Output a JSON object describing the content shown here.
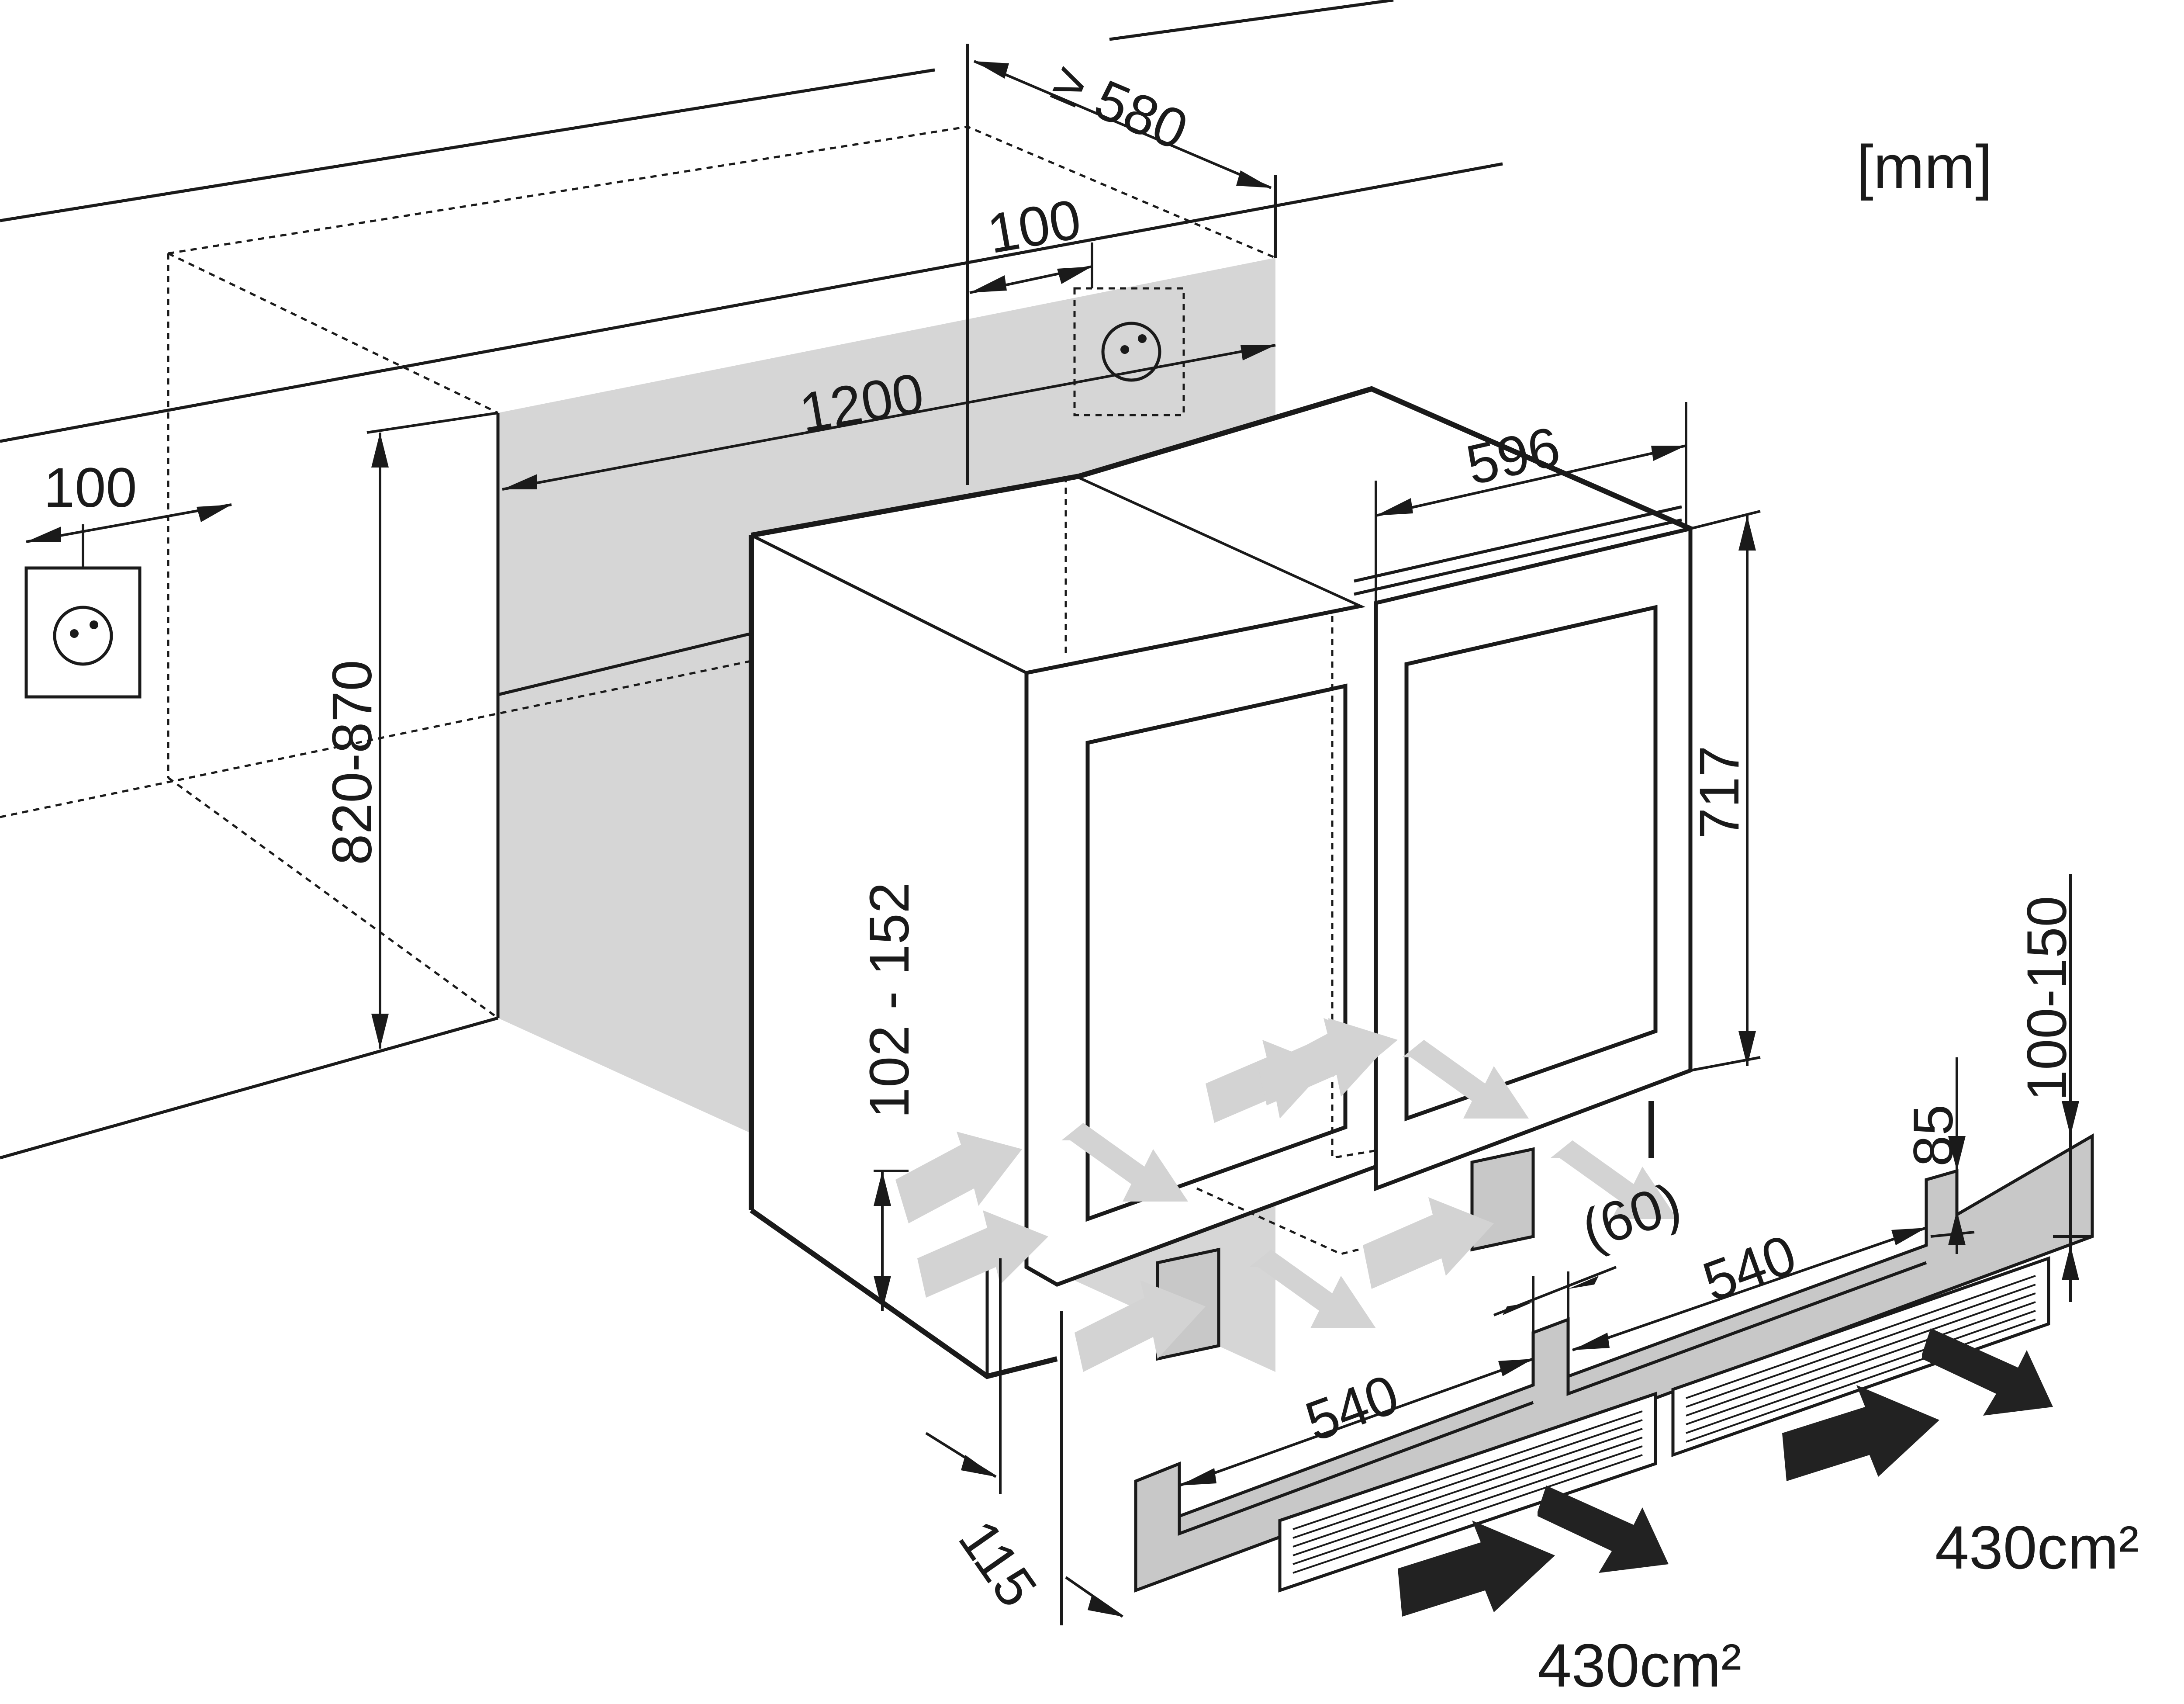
{
  "unit": "[mm]",
  "dimensions": {
    "depth_min": "≥ 580",
    "socket_offset_right": "100",
    "niche_width": "1200",
    "socket_offset_left": "100",
    "niche_height": "820-870",
    "appliance_width": "596",
    "appliance_height": "717",
    "foot_height": "102 - 152",
    "plinth_depth": "115",
    "plinth_left_width": "540",
    "plinth_right_width": "540",
    "plinth_gap": "(60)",
    "plinth_step": "85",
    "plinth_height": "100-150"
  },
  "ventilation": {
    "front_area": "430cm²",
    "right_area": "430cm²"
  },
  "icons": [
    "power-socket-icon",
    "airflow-arrow-icon"
  ]
}
